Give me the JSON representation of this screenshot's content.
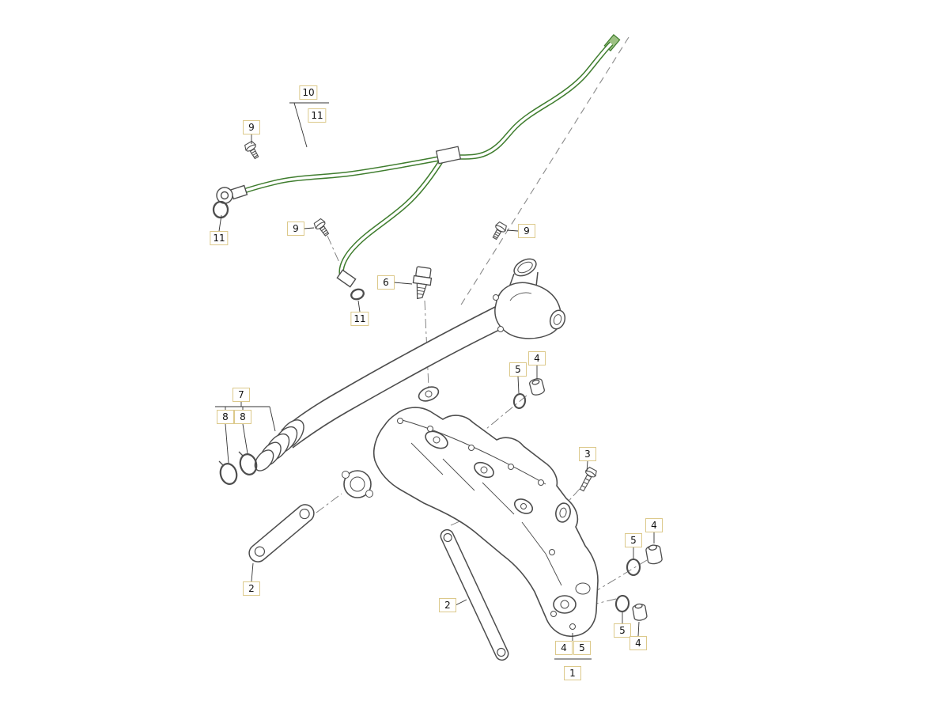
{
  "diagram": {
    "background": "#ffffff",
    "colors": {
      "outline": "#4d4d4d",
      "hose_green": "#3f7d2e",
      "callout_border": "#dcc98b",
      "dash_line": "#808080"
    },
    "labels": [
      {
        "id": "callout-10",
        "text": "10"
      },
      {
        "id": "callout-11a",
        "text": "11"
      },
      {
        "id": "callout-9a",
        "text": "9"
      },
      {
        "id": "callout-11b",
        "text": "11"
      },
      {
        "id": "callout-9b",
        "text": "9"
      },
      {
        "id": "callout-9c",
        "text": "9"
      },
      {
        "id": "callout-11c",
        "text": "11"
      },
      {
        "id": "callout-6",
        "text": "6"
      },
      {
        "id": "callout-5a",
        "text": "5"
      },
      {
        "id": "callout-4a",
        "text": "4"
      },
      {
        "id": "callout-7",
        "text": "7"
      },
      {
        "id": "callout-8a",
        "text": "8"
      },
      {
        "id": "callout-8b",
        "text": "8"
      },
      {
        "id": "callout-3",
        "text": "3"
      },
      {
        "id": "callout-4b",
        "text": "4"
      },
      {
        "id": "callout-5b",
        "text": "5"
      },
      {
        "id": "callout-2a",
        "text": "2"
      },
      {
        "id": "callout-2b",
        "text": "2"
      },
      {
        "id": "callout-5c",
        "text": "5"
      },
      {
        "id": "callout-4d",
        "text": "4"
      },
      {
        "id": "callout-4c",
        "text": "4"
      },
      {
        "id": "callout-5d",
        "text": "5"
      },
      {
        "id": "callout-1",
        "text": "1"
      }
    ]
  }
}
